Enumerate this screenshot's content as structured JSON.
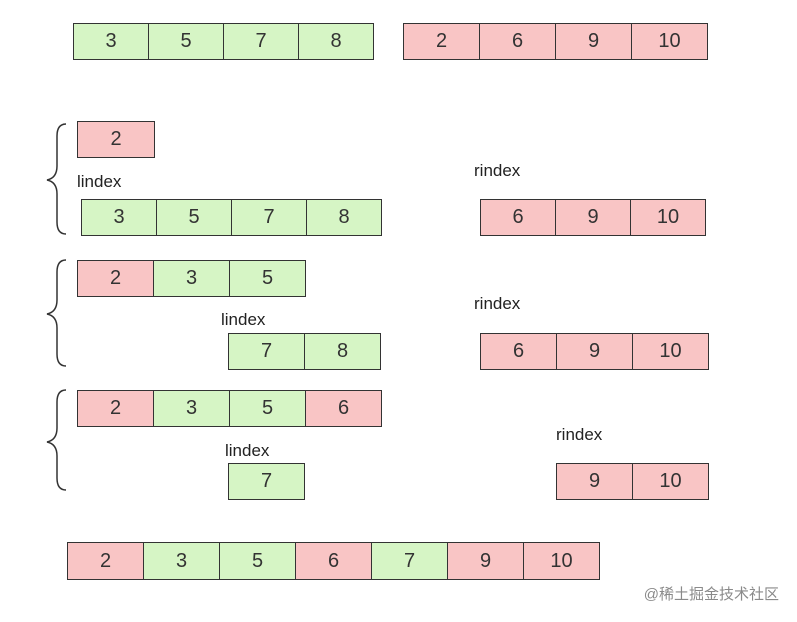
{
  "colors": {
    "green": "#d6f5c5",
    "red": "#f9c5c5",
    "border": "#333333"
  },
  "diagram": {
    "top_left_array": [
      {
        "value": "3",
        "color": "green"
      },
      {
        "value": "5",
        "color": "green"
      },
      {
        "value": "7",
        "color": "green"
      },
      {
        "value": "8",
        "color": "green"
      }
    ],
    "top_right_array": [
      {
        "value": "2",
        "color": "red"
      },
      {
        "value": "6",
        "color": "red"
      },
      {
        "value": "9",
        "color": "red"
      },
      {
        "value": "10",
        "color": "red"
      }
    ],
    "step1": {
      "merged": [
        {
          "value": "2",
          "color": "red"
        }
      ],
      "left_label": "lindex",
      "left_rest": [
        {
          "value": "3",
          "color": "green"
        },
        {
          "value": "5",
          "color": "green"
        },
        {
          "value": "7",
          "color": "green"
        },
        {
          "value": "8",
          "color": "green"
        }
      ],
      "right_label": "rindex",
      "right_rest": [
        {
          "value": "6",
          "color": "red"
        },
        {
          "value": "9",
          "color": "red"
        },
        {
          "value": "10",
          "color": "red"
        }
      ]
    },
    "step2": {
      "merged": [
        {
          "value": "2",
          "color": "red"
        },
        {
          "value": "3",
          "color": "green"
        },
        {
          "value": "5",
          "color": "green"
        }
      ],
      "left_label": "lindex",
      "left_rest": [
        {
          "value": "7",
          "color": "green"
        },
        {
          "value": "8",
          "color": "green"
        }
      ],
      "right_label": "rindex",
      "right_rest": [
        {
          "value": "6",
          "color": "red"
        },
        {
          "value": "9",
          "color": "red"
        },
        {
          "value": "10",
          "color": "red"
        }
      ]
    },
    "step3": {
      "merged": [
        {
          "value": "2",
          "color": "red"
        },
        {
          "value": "3",
          "color": "green"
        },
        {
          "value": "5",
          "color": "green"
        },
        {
          "value": "6",
          "color": "red"
        }
      ],
      "left_label": "lindex",
      "left_rest": [
        {
          "value": "7",
          "color": "green"
        }
      ],
      "right_label": "rindex",
      "right_rest": [
        {
          "value": "9",
          "color": "red"
        },
        {
          "value": "10",
          "color": "red"
        }
      ]
    },
    "final_array": [
      {
        "value": "2",
        "color": "red"
      },
      {
        "value": "3",
        "color": "green"
      },
      {
        "value": "5",
        "color": "green"
      },
      {
        "value": "6",
        "color": "red"
      },
      {
        "value": "7",
        "color": "green"
      },
      {
        "value": "9",
        "color": "red"
      },
      {
        "value": "10",
        "color": "red"
      }
    ]
  },
  "watermark": "@稀土掘金技术社区"
}
